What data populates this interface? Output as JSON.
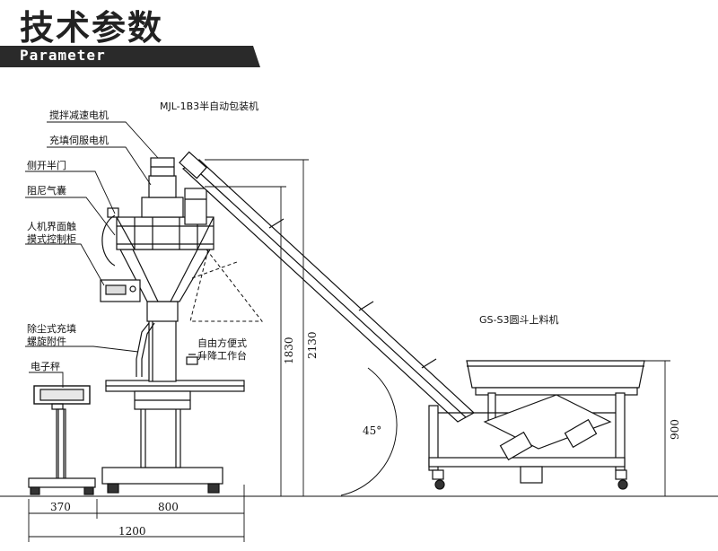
{
  "header": {
    "title": "技术参数",
    "subtitle": "Parameter"
  },
  "machines": {
    "packer": "MJL-1B3半自动包装机",
    "loader": "GS-S3圆斗上料机"
  },
  "callouts": [
    "搅拌减速电机",
    "充填伺服电机",
    "侧开半门",
    "阻尼气囊",
    "人机界面触",
    "摸式控制柜",
    "除尘式充填",
    "螺旋附件",
    "电子秤",
    "自由方便式",
    "升降工作台"
  ],
  "dimensions": {
    "height_total": "2130",
    "height_platform": "1830",
    "height_loader": "900",
    "angle": "45°",
    "width_scale": "370",
    "width_base": "800",
    "width_total": "1200"
  }
}
